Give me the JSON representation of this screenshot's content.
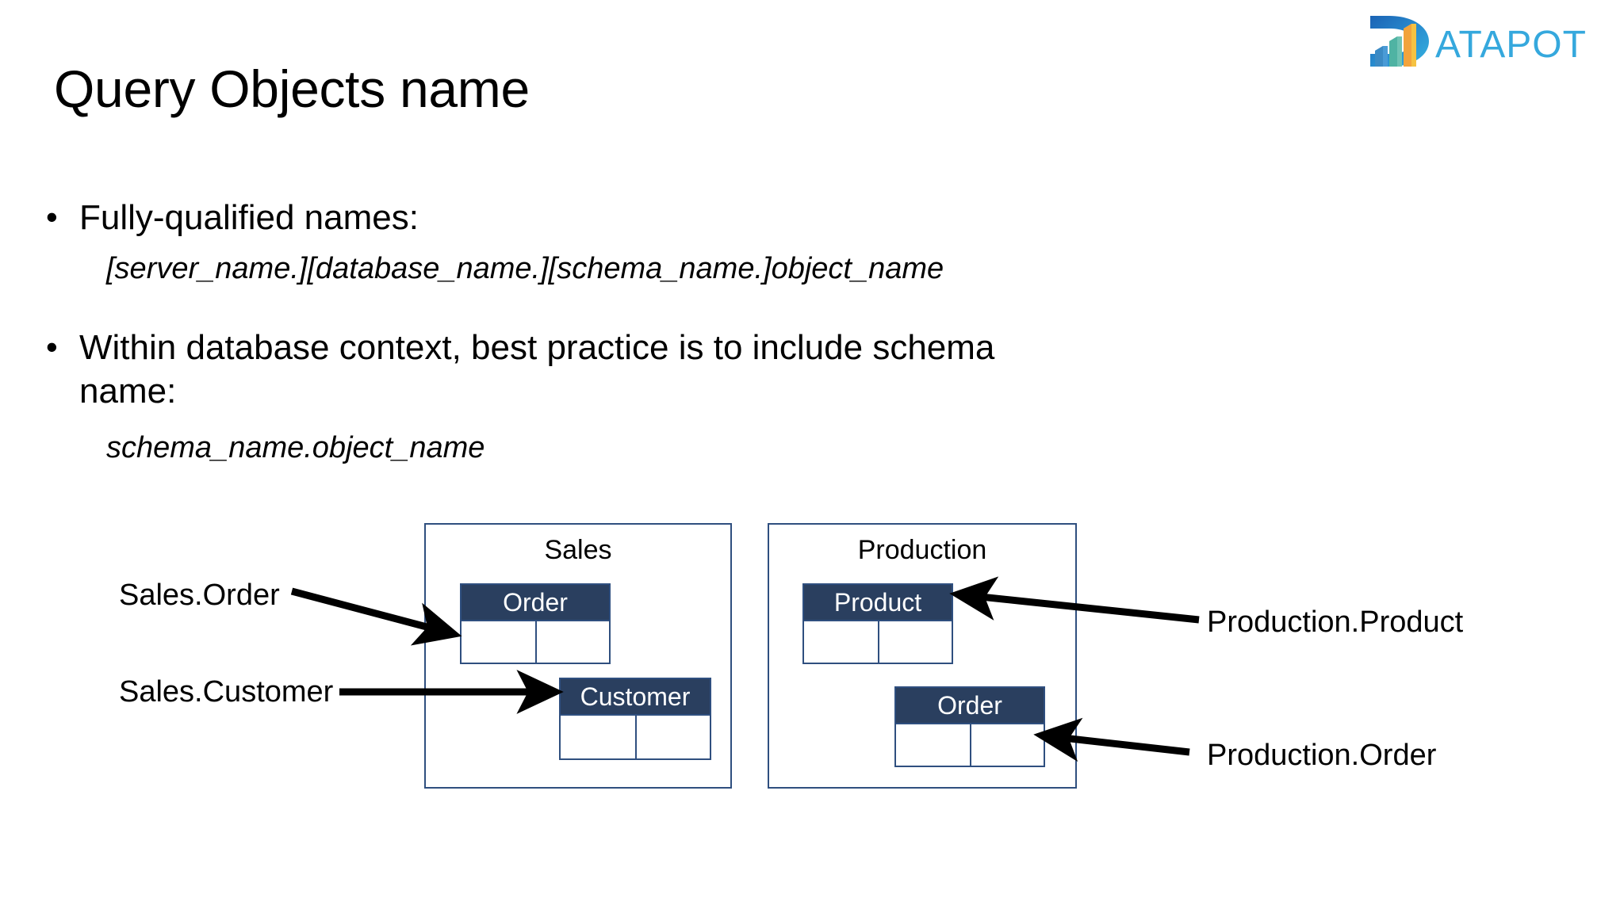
{
  "brand": {
    "logo_name": "datapot-logo",
    "logo_text": "ATAPOT",
    "colors": {
      "logo_blue_dark": "#1b63b5",
      "logo_blue_light": "#35b3e0",
      "logo_green": "#4fb3a3",
      "logo_orange": "#f2a33c",
      "logo_yellow": "#f5c242"
    }
  },
  "slide": {
    "title": "Query Objects name",
    "bullets": [
      {
        "marker": "•",
        "text": "Fully-qualified names:",
        "sub": "[server_name.][database_name.][schema_name.]object_name"
      },
      {
        "marker": "•",
        "text": "Within database context, best practice is to include schema name:",
        "sub": "schema_name.object_name"
      }
    ]
  },
  "diagram": {
    "schemas": [
      {
        "name": "Sales",
        "tables": [
          {
            "name": "Order",
            "columns": 2
          },
          {
            "name": "Customer",
            "columns": 2
          }
        ]
      },
      {
        "name": "Production",
        "tables": [
          {
            "name": "Product",
            "columns": 2
          },
          {
            "name": "Order",
            "columns": 2
          }
        ]
      }
    ],
    "callouts": [
      {
        "id": "sales-order",
        "text": "Sales.Order",
        "side": "left",
        "target": "Sales.Order"
      },
      {
        "id": "sales-customer",
        "text": "Sales.Customer",
        "side": "left",
        "target": "Sales.Customer"
      },
      {
        "id": "production-product",
        "text": "Production.Product",
        "side": "right",
        "target": "Production.Product"
      },
      {
        "id": "production-order",
        "text": "Production.Order",
        "side": "right",
        "target": "Production.Order"
      }
    ],
    "colors": {
      "table_header_bg": "#2a3f5f",
      "table_header_text": "#ffffff",
      "border": "#2f4f7f",
      "arrow": "#000000",
      "background": "#ffffff"
    }
  }
}
